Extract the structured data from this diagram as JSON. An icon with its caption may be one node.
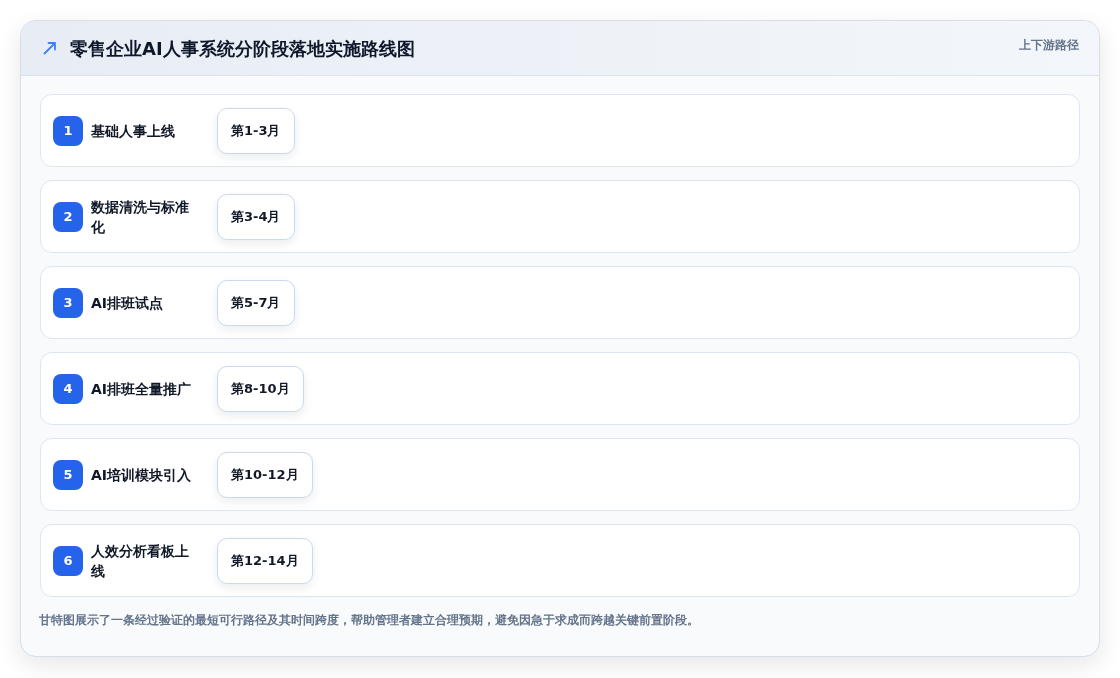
{
  "diagram": {
    "title": "零售企业AI人事系统分阶段落地实施路线图",
    "caption": "甘特图展示了一条经过验证的最短可行路径及其时间跨度，帮助管理者建立合理预期，避免因急于求成而跨越关键前置阶段。",
    "nodes": [
      {
        "text": [
          "基础人事上线"
        ]
      },
      {
        "text": [
          "1"
        ],
        "in": 0
      },
      {
        "text": [
          "第1-3月"
        ],
        "in": 0
      },
      {
        "text": [
          "数据清洗与标准化"
        ]
      },
      {
        "text": [
          "2"
        ],
        "in": 3
      },
      {
        "text": [
          "第3-4月"
        ],
        "in": 3
      },
      {
        "text": [
          "AI排班试点"
        ]
      },
      {
        "text": [
          "3"
        ],
        "in": 6
      },
      {
        "text": [
          "第5-7月"
        ],
        "in": 6
      },
      {
        "text": [
          "AI排班全量推广"
        ]
      },
      {
        "text": [
          "4"
        ],
        "in": 9
      },
      {
        "text": [
          "第8-10月"
        ],
        "in": 9
      },
      {
        "text": [
          "AI培训模块引入"
        ]
      },
      {
        "text": [
          "5"
        ],
        "in": 12
      },
      {
        "text": [
          "第10-12月"
        ],
        "in": 12
      },
      {
        "text": [
          "人效分析看板上线"
        ]
      },
      {
        "text": [
          "6"
        ],
        "in": 15
      },
      {
        "text": [
          "第12-14月"
        ],
        "in": 15
      }
    ],
    "labels": [
      "上下游路径"
    ]
  }
}
